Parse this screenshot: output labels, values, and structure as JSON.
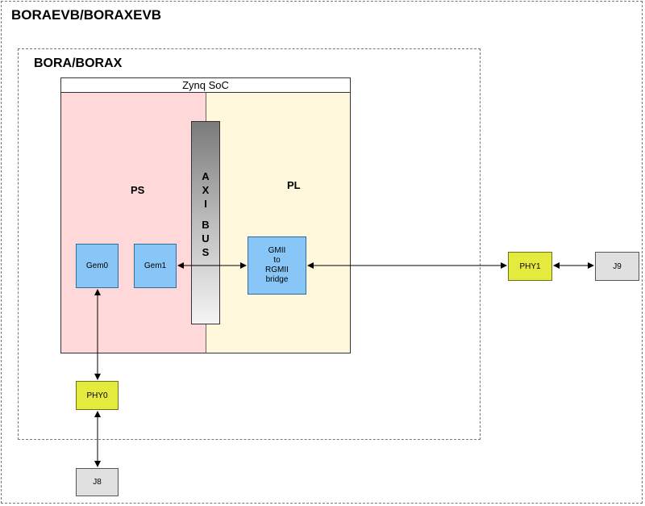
{
  "board": {
    "title": "BORAEVB/BORAXEVB"
  },
  "module": {
    "title": "BORA/BORAX"
  },
  "soc": {
    "title": "Zynq SoC",
    "ps_label": "PS",
    "pl_label": "PL",
    "axi_bus": [
      "A",
      "X",
      "I",
      "B",
      "U",
      "S"
    ]
  },
  "blocks": {
    "gem0": "Gem0",
    "gem1": "Gem1",
    "gmii_lines": [
      "GMII",
      "to",
      "RGMII",
      "bridge"
    ],
    "phy0": "PHY0",
    "phy1": "PHY1",
    "j8": "J8",
    "j9": "J9"
  },
  "colors": {
    "ps_fill": "#ffd9d9",
    "pl_fill": "#fff8dc",
    "ethernet_block": "#87c6f6",
    "phy_block": "#e5ea3f",
    "connector_block": "#e0e0e0"
  }
}
